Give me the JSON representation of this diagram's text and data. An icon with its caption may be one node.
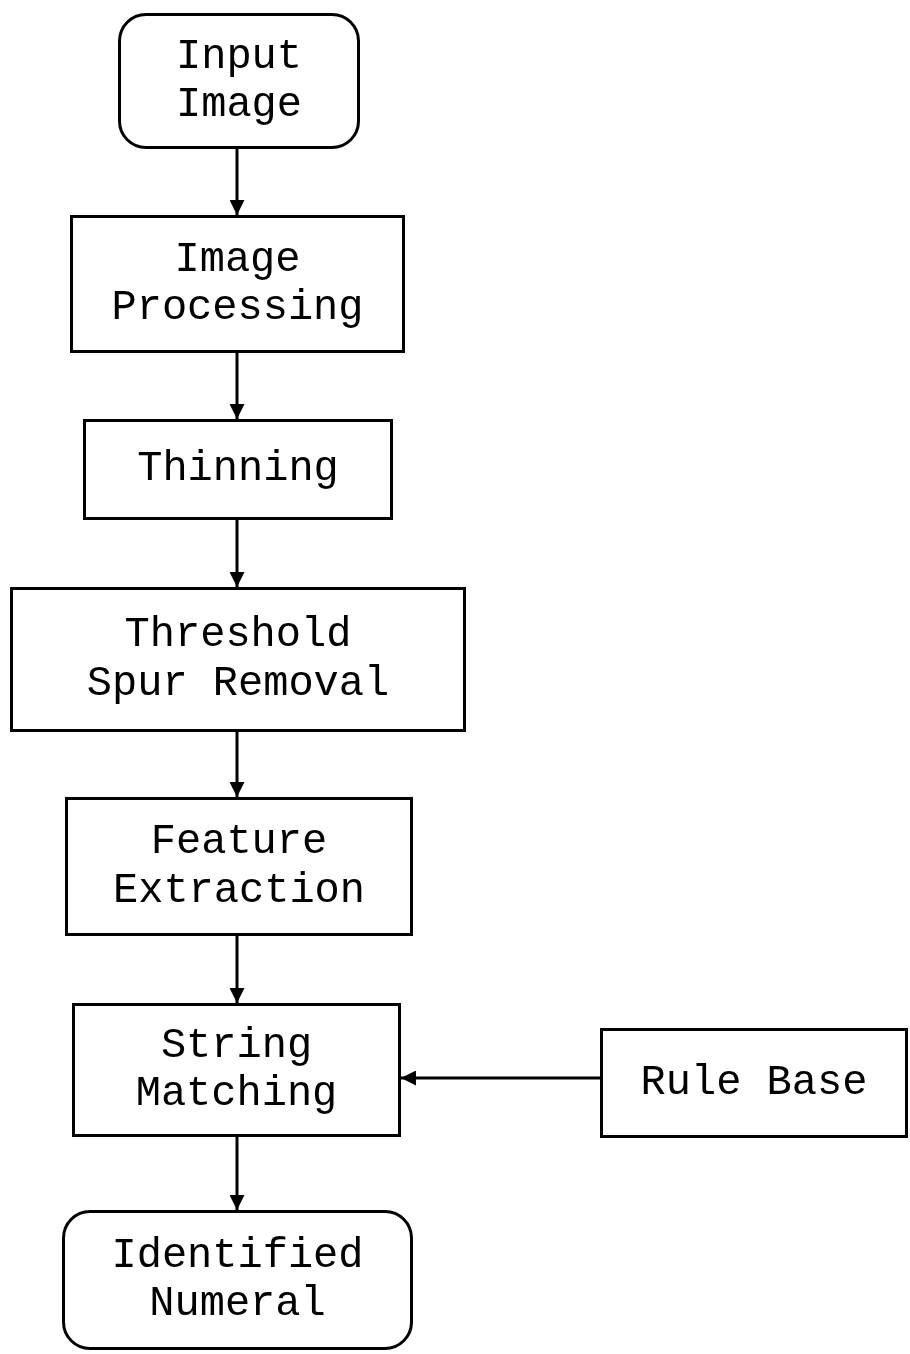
{
  "diagram": {
    "nodes": [
      {
        "text": [
          "Input Image"
        ]
      },
      {
        "text": [
          "Image Processing"
        ]
      },
      {
        "text": [
          "Thinning"
        ]
      },
      {
        "text": [
          "Threshold Spur Removal"
        ]
      },
      {
        "text": [
          "Feature Extraction"
        ]
      },
      {
        "text": [
          "String Matching"
        ]
      },
      {
        "text": [
          "Rule Base"
        ]
      },
      {
        "text": [
          "Identified Numeral"
        ]
      }
    ],
    "edges": [
      {
        "from": 0,
        "to": 1,
        "arrow": "to"
      },
      {
        "from": 1,
        "to": 2,
        "arrow": "to"
      },
      {
        "from": 2,
        "to": 3,
        "arrow": "to"
      },
      {
        "from": 3,
        "to": 4,
        "arrow": "to"
      },
      {
        "from": 4,
        "to": 5,
        "arrow": "to"
      },
      {
        "from": 6,
        "to": 5,
        "arrow": "to"
      },
      {
        "from": 5,
        "to": 7,
        "arrow": "to"
      }
    ]
  }
}
